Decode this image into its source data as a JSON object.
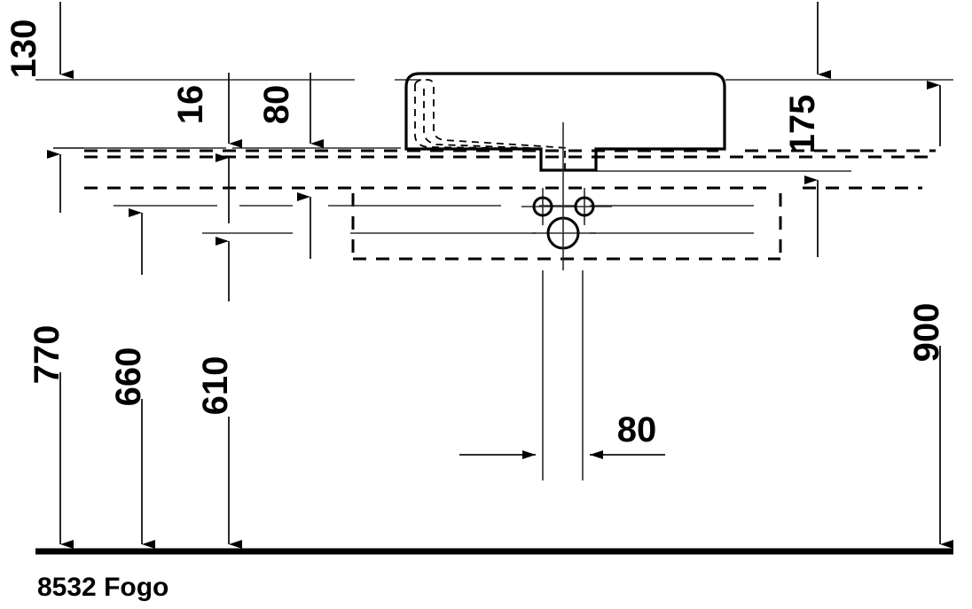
{
  "drawing": {
    "title": "8532 Fogo",
    "type": "dimensioned-elevation",
    "units": "mm",
    "product": "wall-mounted washbasin elevation with installation dimensions",
    "stroke_color": "#000000",
    "background_color": "#ffffff"
  },
  "dimensions": {
    "top_offset": {
      "value": "130",
      "orientation": "vertical",
      "rotated": true
    },
    "rim_thickness": {
      "value": "16",
      "orientation": "vertical",
      "rotated": true
    },
    "basin_depth": {
      "value": "80",
      "orientation": "vertical",
      "rotated": true
    },
    "overflow_height": {
      "value": "175",
      "orientation": "vertical",
      "rotated": true
    },
    "rim_height": {
      "value": "900",
      "orientation": "vertical",
      "rotated": true
    },
    "outlet_height": {
      "value": "770",
      "orientation": "vertical",
      "rotated": true
    },
    "trap_height": {
      "value": "660",
      "orientation": "vertical",
      "rotated": true
    },
    "supply_height": {
      "value": "610",
      "orientation": "vertical",
      "rotated": true
    },
    "outlet_spacing": {
      "value": "80",
      "orientation": "horizontal",
      "rotated": false
    }
  },
  "labels": {
    "d130": "130",
    "d16": "16",
    "d80_top": "80",
    "d175": "175",
    "d900": "900",
    "d770": "770",
    "d660": "660",
    "d610": "610",
    "d80_bottom": "80",
    "part_name": "8532 Fogo"
  },
  "features": {
    "tap_hole_left": "tap-hole",
    "tap_hole_right": "tap-hole",
    "waste_outlet": "waste-outlet",
    "basin_body": "basin-body",
    "drain_spigot": "drain-spigot",
    "floor": "floor-line"
  }
}
